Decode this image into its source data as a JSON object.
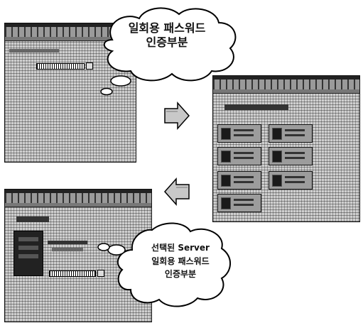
{
  "windows": {
    "top_left": {
      "description_label": ""
    },
    "right": {
      "description_label": ""
    },
    "bottom_left": {
      "description_label": ""
    }
  },
  "callouts": {
    "top": {
      "line1": "일회용 패스워드",
      "line2": "인증부분"
    },
    "bottom": {
      "line1": "선택된 Server",
      "line2": "일회용 패스워드",
      "line3": "인증부분"
    }
  },
  "colors": {
    "arrow_fill": "#c8c8c8",
    "window_gray": "#cfcfcf"
  },
  "icons": {
    "right_arrow": "arrow-right-icon",
    "left_arrow": "arrow-left-icon"
  }
}
